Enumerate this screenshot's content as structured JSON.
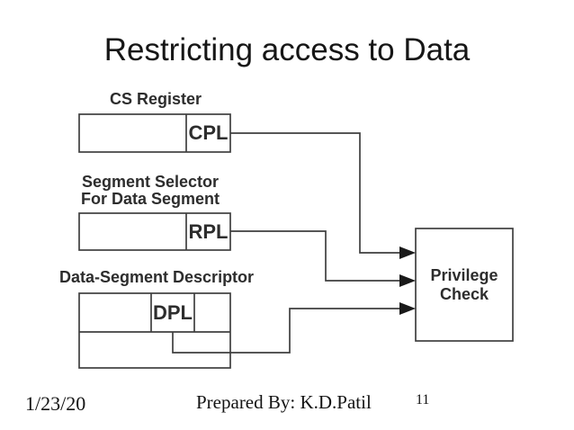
{
  "slide": {
    "title": "Restricting access to Data",
    "footer": {
      "date": "1/23/20",
      "credit": "Prepared By: K.D.Patil",
      "page_number": "11"
    }
  },
  "diagram": {
    "cs_register": {
      "label": "CS Register",
      "field_label": "CPL"
    },
    "segment_selector": {
      "label_line1": "Segment Selector",
      "label_line2": "For Data Segment",
      "field_label": "RPL"
    },
    "data_segment_descriptor": {
      "label": "Data-Segment Descriptor",
      "field_label": "DPL"
    },
    "privilege_check": {
      "label_line1": "Privilege",
      "label_line2": "Check"
    },
    "colors": {
      "line": "#3f3f3f",
      "arrow": "#1a1a1a",
      "text": "#2d2d2d"
    }
  }
}
